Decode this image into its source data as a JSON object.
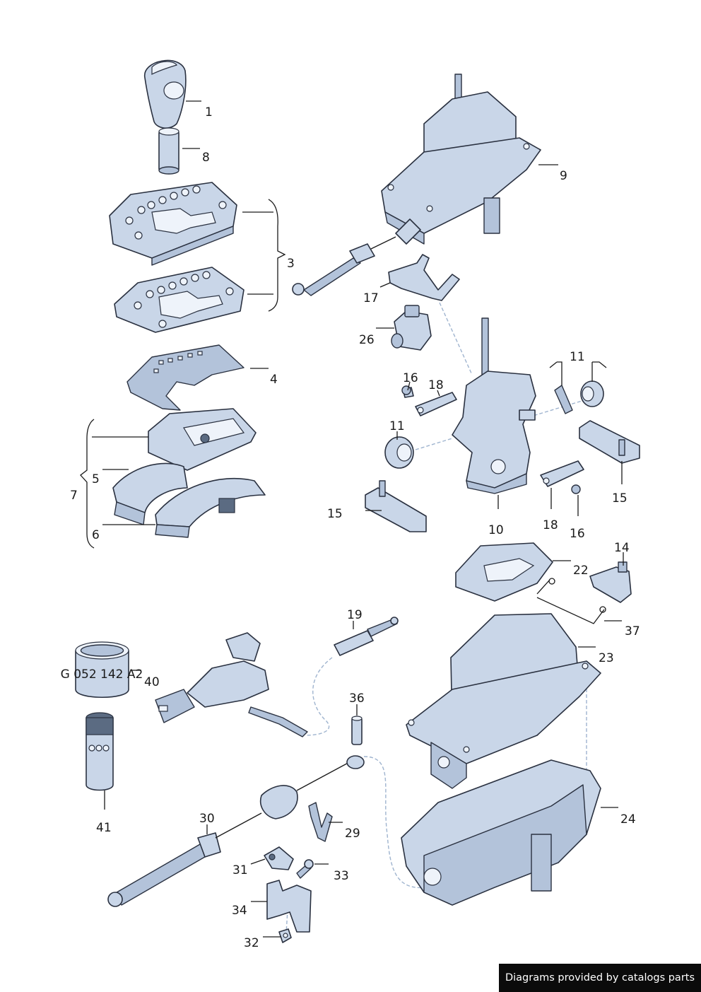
{
  "diagram": {
    "callouts": {
      "c1": "1",
      "c3": "3",
      "c4": "4",
      "c5": "5",
      "c6": "6",
      "c7": "7",
      "c8": "8",
      "c9": "9",
      "c10": "10",
      "c11a": "11",
      "c11b": "11",
      "c14": "14",
      "c15a": "15",
      "c15b": "15",
      "c16a": "16",
      "c16b": "16",
      "c17": "17",
      "c18a": "18",
      "c18b": "18",
      "c19": "19",
      "c22": "22",
      "c23": "23",
      "c24": "24",
      "c26": "26",
      "c29": "29",
      "c30": "30",
      "c31": "31",
      "c32": "32",
      "c33": "33",
      "c34": "34",
      "c36": "36",
      "c37": "37",
      "c40": "40",
      "c41": "41"
    },
    "part_markings": {
      "item40_code": "G 052 142 A2"
    }
  },
  "footer": {
    "credit": "Diagrams provided by catalogs parts"
  }
}
